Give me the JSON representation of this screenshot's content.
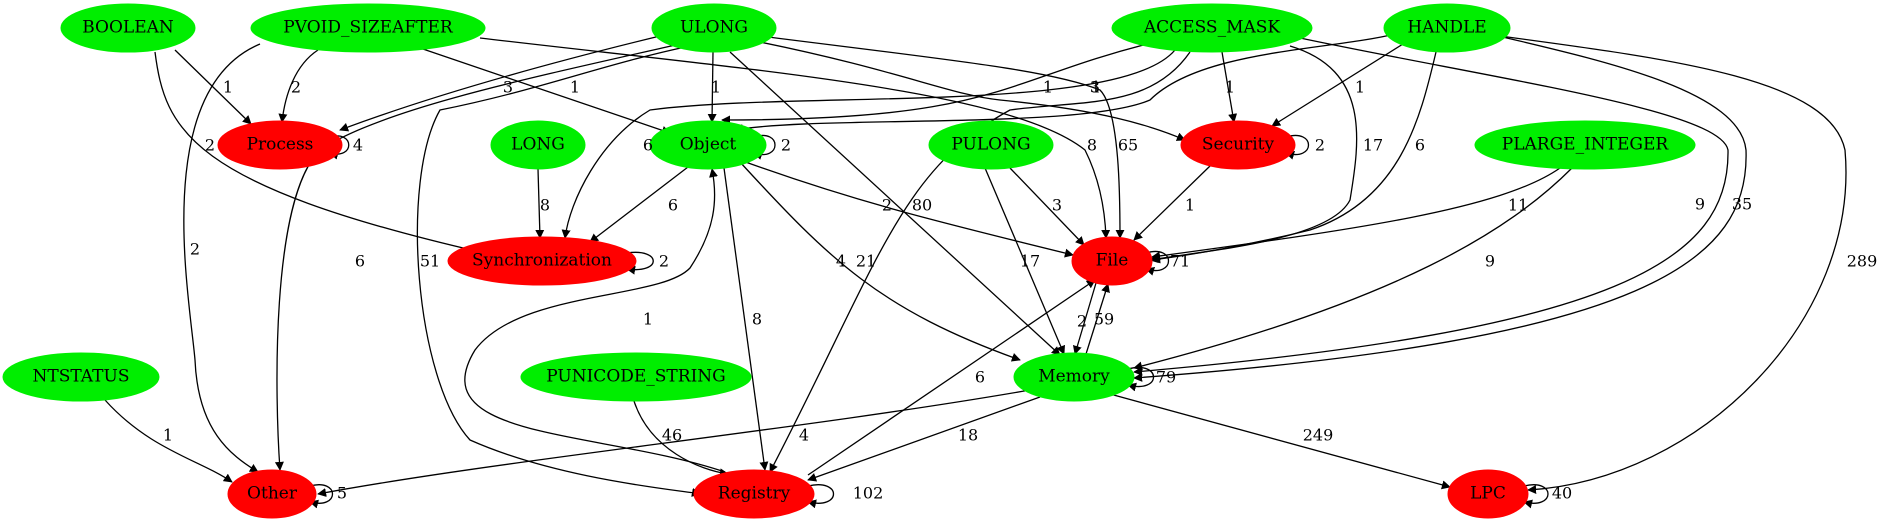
{
  "colors": {
    "type_node": "#00ee00",
    "category_node": "#ff0000",
    "edge": "#000000",
    "background": "#ffffff"
  },
  "nodes": [
    {
      "id": "BOOLEAN",
      "label": "BOOLEAN",
      "kind": "type"
    },
    {
      "id": "PVOID_SIZEAFTER",
      "label": "PVOID_SIZEAFTER",
      "kind": "type"
    },
    {
      "id": "ULONG",
      "label": "ULONG",
      "kind": "type"
    },
    {
      "id": "ACCESS_MASK",
      "label": "ACCESS_MASK",
      "kind": "type"
    },
    {
      "id": "HANDLE",
      "label": "HANDLE",
      "kind": "type"
    },
    {
      "id": "Process",
      "label": "Process",
      "kind": "category"
    },
    {
      "id": "LONG",
      "label": "LONG",
      "kind": "type"
    },
    {
      "id": "Object",
      "label": "Object",
      "kind": "type"
    },
    {
      "id": "PULONG",
      "label": "PULONG",
      "kind": "type"
    },
    {
      "id": "Security",
      "label": "Security",
      "kind": "category"
    },
    {
      "id": "PLARGE_INTEGER",
      "label": "PLARGE_INTEGER",
      "kind": "type"
    },
    {
      "id": "Synchronization",
      "label": "Synchronization",
      "kind": "category"
    },
    {
      "id": "File",
      "label": "File",
      "kind": "category"
    },
    {
      "id": "NTSTATUS",
      "label": "NTSTATUS",
      "kind": "type"
    },
    {
      "id": "PUNICODE_STRING",
      "label": "PUNICODE_STRING",
      "kind": "type"
    },
    {
      "id": "Memory",
      "label": "Memory",
      "kind": "type"
    },
    {
      "id": "Other",
      "label": "Other",
      "kind": "category"
    },
    {
      "id": "Registry",
      "label": "Registry",
      "kind": "category"
    },
    {
      "id": "LPC",
      "label": "LPC",
      "kind": "category"
    }
  ],
  "edges": [
    {
      "from": "BOOLEAN",
      "to": "Process",
      "label": "1"
    },
    {
      "from": "BOOLEAN",
      "to": "Synchronization",
      "label": "2"
    },
    {
      "from": "PVOID_SIZEAFTER",
      "to": "Process",
      "label": "2"
    },
    {
      "from": "PVOID_SIZEAFTER",
      "to": "Object",
      "label": "1"
    },
    {
      "from": "PVOID_SIZEAFTER",
      "to": "File",
      "label": "8"
    },
    {
      "from": "PVOID_SIZEAFTER",
      "to": "Other",
      "label": "2"
    },
    {
      "from": "ULONG",
      "to": "Process",
      "label": "3"
    },
    {
      "from": "ULONG",
      "to": "Object",
      "label": "1"
    },
    {
      "from": "ULONG",
      "to": "Security",
      "label": "3"
    },
    {
      "from": "ULONG",
      "to": "File",
      "label": "65"
    },
    {
      "from": "ULONG",
      "to": "Memory",
      "label": "80"
    },
    {
      "from": "ULONG",
      "to": "Other",
      "label": "6"
    },
    {
      "from": "ULONG",
      "to": "Registry",
      "label": "51"
    },
    {
      "from": "ACCESS_MASK",
      "to": "Object",
      "label": "1"
    },
    {
      "from": "ACCESS_MASK",
      "to": "Security",
      "label": "1"
    },
    {
      "from": "ACCESS_MASK",
      "to": "Synchronization",
      "label": "6"
    },
    {
      "from": "ACCESS_MASK",
      "to": "File",
      "label": "17"
    },
    {
      "from": "ACCESS_MASK",
      "to": "Registry",
      "label": "21"
    },
    {
      "from": "ACCESS_MASK",
      "to": "Memory",
      "label": "9"
    },
    {
      "from": "HANDLE",
      "to": "Security",
      "label": "1"
    },
    {
      "from": "HANDLE",
      "to": "Object",
      "label": "1"
    },
    {
      "from": "HANDLE",
      "to": "File",
      "label": "6"
    },
    {
      "from": "HANDLE",
      "to": "Memory",
      "label": "35"
    },
    {
      "from": "HANDLE",
      "to": "LPC",
      "label": "289"
    },
    {
      "from": "Process",
      "to": "Process",
      "label": "4"
    },
    {
      "from": "LONG",
      "to": "Synchronization",
      "label": "8"
    },
    {
      "from": "Object",
      "to": "Object",
      "label": "2"
    },
    {
      "from": "Object",
      "to": "Synchronization",
      "label": "6"
    },
    {
      "from": "Object",
      "to": "File",
      "label": "2"
    },
    {
      "from": "Object",
      "to": "Memory",
      "label": "4"
    },
    {
      "from": "Object",
      "to": "Registry",
      "label": "8"
    },
    {
      "from": "PULONG",
      "to": "File",
      "label": "3"
    },
    {
      "from": "PULONG",
      "to": "Memory",
      "label": "17"
    },
    {
      "from": "Security",
      "to": "Security",
      "label": "2"
    },
    {
      "from": "Security",
      "to": "File",
      "label": "1"
    },
    {
      "from": "PLARGE_INTEGER",
      "to": "File",
      "label": "11"
    },
    {
      "from": "PLARGE_INTEGER",
      "to": "Memory",
      "label": "9"
    },
    {
      "from": "Synchronization",
      "to": "Synchronization",
      "label": "2"
    },
    {
      "from": "File",
      "to": "File",
      "label": "71"
    },
    {
      "from": "File",
      "to": "Memory",
      "label": "2"
    },
    {
      "from": "Memory",
      "to": "File",
      "label": "59"
    },
    {
      "from": "Memory",
      "to": "Memory",
      "label": "79"
    },
    {
      "from": "Memory",
      "to": "Other",
      "label": "4"
    },
    {
      "from": "Memory",
      "to": "Registry",
      "label": "18"
    },
    {
      "from": "Memory",
      "to": "LPC",
      "label": "249"
    },
    {
      "from": "NTSTATUS",
      "to": "Other",
      "label": "1"
    },
    {
      "from": "PUNICODE_STRING",
      "to": "Registry",
      "label": "46"
    },
    {
      "from": "Registry",
      "to": "File",
      "label": "6"
    },
    {
      "from": "Registry",
      "to": "Object",
      "label": "1"
    },
    {
      "from": "Registry",
      "to": "Registry",
      "label": "102"
    },
    {
      "from": "Other",
      "to": "Other",
      "label": "5"
    },
    {
      "from": "LPC",
      "to": "LPC",
      "label": "40"
    }
  ]
}
